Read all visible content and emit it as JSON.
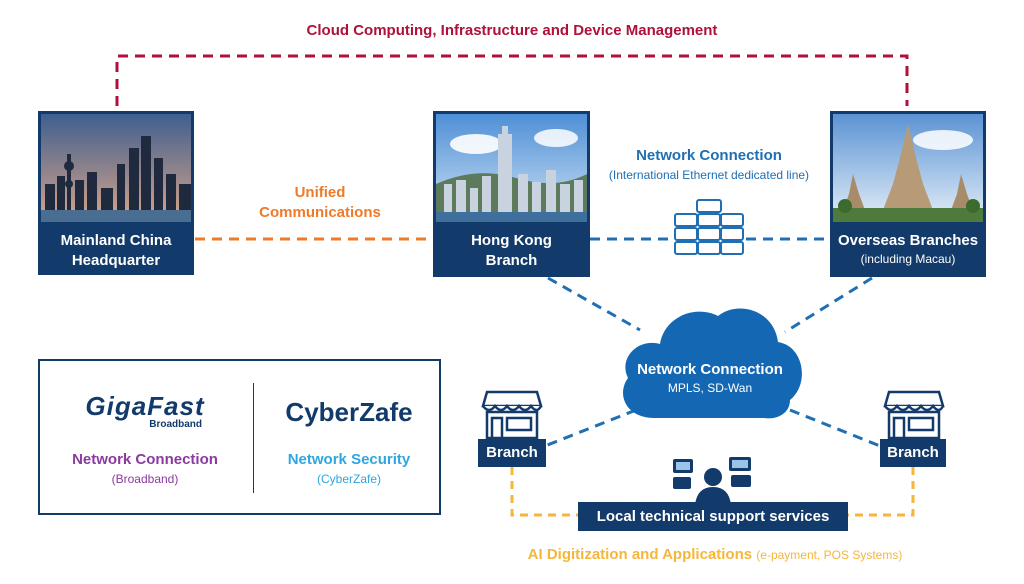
{
  "diagram": {
    "top_title": "Cloud Computing, Infrastructure and Device Management",
    "sites": {
      "mainland": {
        "line1": "Mainland China",
        "line2": "Headquarter"
      },
      "hongkong": {
        "line1": "Hong Kong",
        "line2": "Branch"
      },
      "overseas": {
        "line1": "Overseas Branches",
        "line2": "(including Macau)"
      }
    },
    "unified": {
      "line1": "Unified",
      "line2": "Communications"
    },
    "network_top": {
      "title": "Network Connection",
      "sub": "(International Ethernet dedicated line)"
    },
    "cloud": {
      "title": "Network Connection",
      "sub": "MPLS, SD-Wan"
    },
    "branch_left": "Branch",
    "branch_right": "Branch",
    "support": "Local technical support services",
    "ai": {
      "main": "AI Digitization and Applications",
      "sub": "(e-payment, POS Systems)"
    },
    "partners": {
      "gigafast": {
        "logo": "GigaFast",
        "logo_sub": "Broadband",
        "title": "Network Connection",
        "sub": "(Broadband)"
      },
      "cyberzafe": {
        "logo": "CyberZafe",
        "title": "Network Security",
        "sub": "(CyberZafe)"
      }
    },
    "colors": {
      "navy": "#123a6b",
      "blue": "#1f6fb2",
      "red": "#b0103a",
      "orange": "#ee7a28",
      "yellow": "#f5b63a",
      "purple": "#8b3a9e",
      "light_blue": "#2fa6e0"
    },
    "icons": [
      "server-rack-icon",
      "cloud-icon",
      "storefront-icon",
      "technician-with-screens-icon"
    ]
  }
}
